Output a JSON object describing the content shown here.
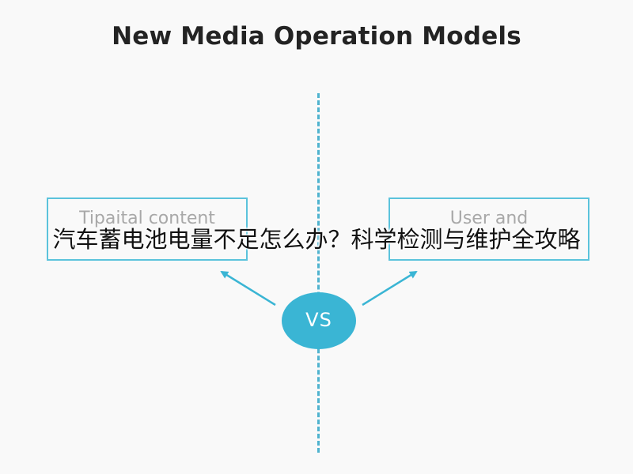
{
  "title": "New Media Operation Models",
  "left_box": {
    "line1": "Tipaital content",
    "line2": ""
  },
  "right_box": {
    "line1": "User and",
    "line2": ""
  },
  "center": {
    "label": "VS"
  },
  "overlay_caption": "汽车蓄电池电量不足怎么办？科学检测与维护全攻略",
  "colors": {
    "accent": "#3ab5d4",
    "box_border": "#5bc3dc",
    "divider": "#4fb3cf",
    "title": "#232323"
  }
}
